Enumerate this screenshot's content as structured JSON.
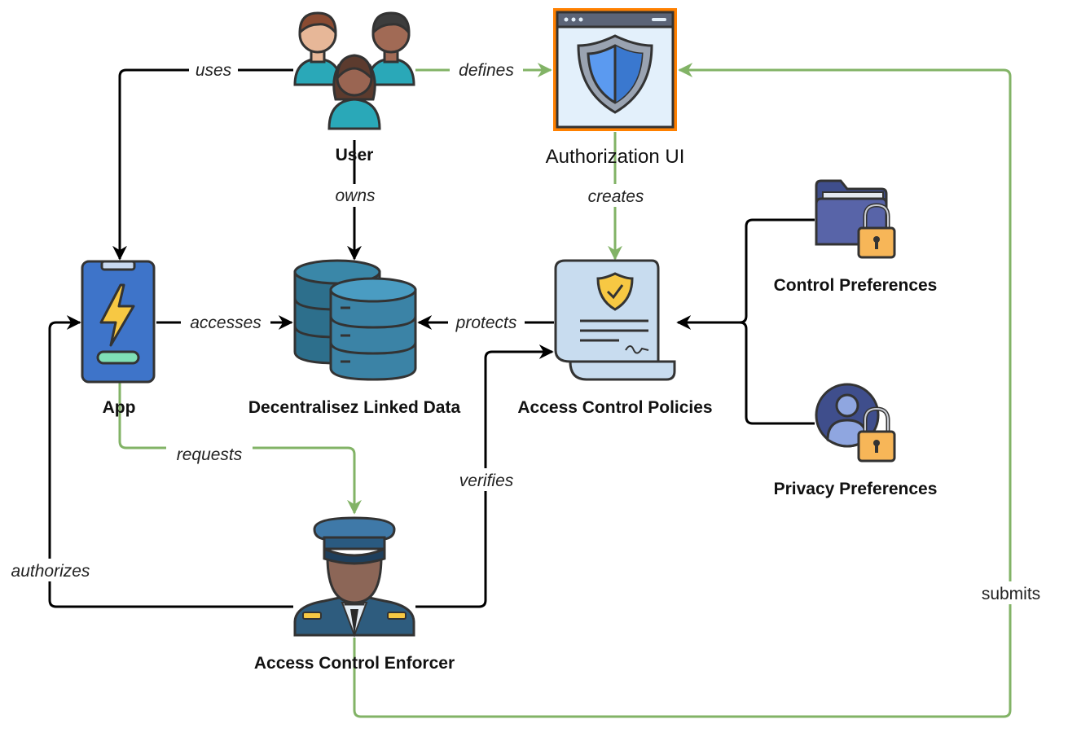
{
  "nodes": {
    "user": "User",
    "authorization_ui": "Authorization UI",
    "app": "App",
    "linked_data": "Decentralisez Linked Data",
    "policies": "Access Control Policies",
    "control_preferences": "Control Preferences",
    "privacy_preferences": "Privacy Preferences",
    "enforcer": "Access Control Enforcer"
  },
  "edges": {
    "uses": "uses",
    "defines": "defines",
    "owns": "owns",
    "creates": "creates",
    "accesses": "accesses",
    "protects": "protects",
    "requests": "requests",
    "verifies": "verifies",
    "authorizes": "authorizes",
    "submits": "submits"
  },
  "colors": {
    "black_edge": "#000000",
    "green_edge": "#82b366",
    "ui_highlight": "#ff8000"
  },
  "icons": {
    "user": "users-group-icon",
    "authorization_ui": "shield-window-icon",
    "app": "mobile-app-lightning-icon",
    "linked_data": "database-icon",
    "policies": "policy-document-icon",
    "control_preferences": "locked-folder-icon",
    "privacy_preferences": "locked-user-icon",
    "enforcer": "security-officer-icon"
  }
}
